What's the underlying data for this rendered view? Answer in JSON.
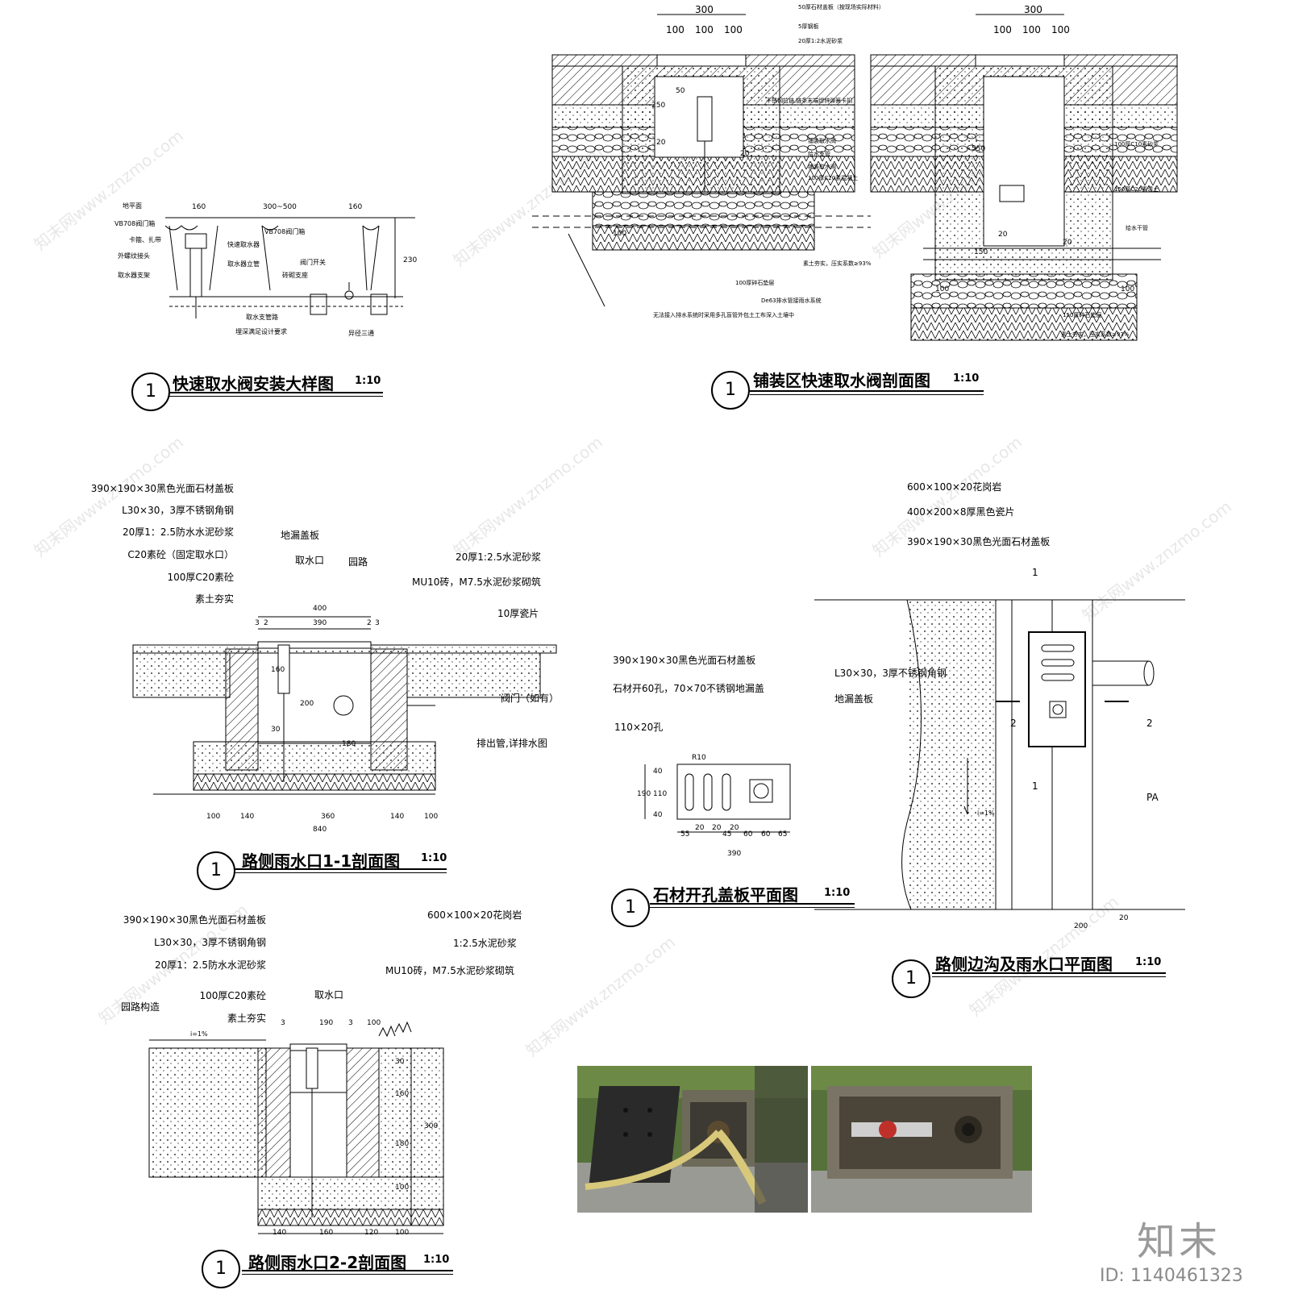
{
  "panels": [
    {
      "id": "p1",
      "num": "1",
      "title": "快速取水阀安装大样图",
      "scale": "1:10"
    },
    {
      "id": "p2",
      "num": "1",
      "title": "铺装区快速取水阀剖面图",
      "scale": "1:10"
    },
    {
      "id": "p3",
      "num": "1",
      "title": "路侧雨水口1-1剖面图",
      "scale": "1:10"
    },
    {
      "id": "p4",
      "num": "1",
      "title": "石材开孔盖板平面图",
      "scale": "1:10"
    },
    {
      "id": "p5",
      "num": "1",
      "title": "路侧边沟及雨水口平面图",
      "scale": "1:10"
    },
    {
      "id": "p6",
      "num": "1",
      "title": "路侧雨水口2-2剖面图",
      "scale": "1:10"
    }
  ],
  "p1_labels": [
    "地平面",
    "VB708阀门箱",
    "卡箍、扎带",
    "外螺纹接头",
    "取水器支架",
    "快速取水器",
    "取水器立管",
    "VB708阀门箱",
    "阀门开关",
    "砖砌支座",
    "取水支管路",
    "埋深满足设计要求",
    "异径三通"
  ],
  "p1_dims": [
    "160",
    "300~500",
    "160",
    "230"
  ],
  "p2_labels": [
    "50厚石材盖板（按现场实际材料）",
    "5厚钢板",
    "20厚1:2水泥砂浆",
    "不锈钢拉链,链条末端焊锌弹簧卡扣",
    "铺装取水阀",
    "给水支管",
    "铺装取水阀",
    "100厚C20素混凝土",
    "素土夯实，压实系数≥93%",
    "100厚碎石垫层",
    "De63排水管接雨水系统",
    "无法接入排水系统时采用多孔盲管外包土工布深入土壤中",
    "100厚C10素砂浆",
    "150厚C20素混土",
    "给水干管",
    "150厚碎石垫层",
    "素土夯实，压实系数≥93%"
  ],
  "p2_dims": [
    "300",
    "100",
    "100",
    "100",
    "300",
    "100",
    "100",
    "100",
    "50",
    "250",
    "20",
    "20",
    "550",
    "150",
    "100",
    "20",
    "20",
    "100",
    "100"
  ],
  "p3_labels": [
    "390×190×30黑色光面石材盖板",
    "L30×30，3厚不锈钢角钢",
    "20厚1：2.5防水水泥砂浆",
    "C20素砼（固定取水口）",
    "100厚C20素砼",
    "素土夯实",
    "地漏盖板",
    "取水口",
    "园路",
    "20厚1:2.5水泥砂浆",
    "MU10砖，M7.5水泥砂浆砌筑",
    "10厚瓷片",
    "阀门（如有）",
    "排出管,详排水图"
  ],
  "p3_dims": [
    "400",
    "3",
    "2",
    "390",
    "2",
    "3",
    "100",
    "140",
    "360",
    "140",
    "100",
    "840",
    "180",
    "160",
    "200",
    "30"
  ],
  "p4_labels": [
    "390×190×30黑色光面石材盖板",
    "石材开60孔，70×70不锈钢地漏盖",
    "110×20孔",
    "R10"
  ],
  "p4_dims": [
    "55",
    "20",
    "20",
    "45",
    "20",
    "60",
    "60",
    "65",
    "390",
    "40",
    "190",
    "110",
    "40"
  ],
  "p5_labels": [
    "600×100×20花岗岩",
    "400×200×8厚黑色瓷片",
    "390×190×30黑色光面石材盖板",
    "L30×30，3厚不锈钢角钢",
    "地漏盖板",
    "1",
    "1",
    "2",
    "2",
    "PA",
    "i=1%"
  ],
  "p5_dims": [
    "200",
    "20"
  ],
  "p6_labels": [
    "390×190×30黑色光面石材盖板",
    "L30×30，3厚不锈钢角钢",
    "20厚1：2.5防水水泥砂浆",
    "100厚C20素砼",
    "素土夯实",
    "园路构造",
    "取水口",
    "600×100×20花岗岩",
    "1:2.5水泥砂浆",
    "MU10砖，M7.5水泥砂浆砌筑",
    "i=1%"
  ],
  "p6_dims": [
    "3",
    "190",
    "3",
    "100",
    "30",
    "160",
    "180",
    "100",
    "300",
    "140",
    "160",
    "120",
    "100"
  ],
  "watermark": "知末网www.znzmo.com",
  "brand": {
    "logo": "知末",
    "id": "ID: 1140461323"
  }
}
